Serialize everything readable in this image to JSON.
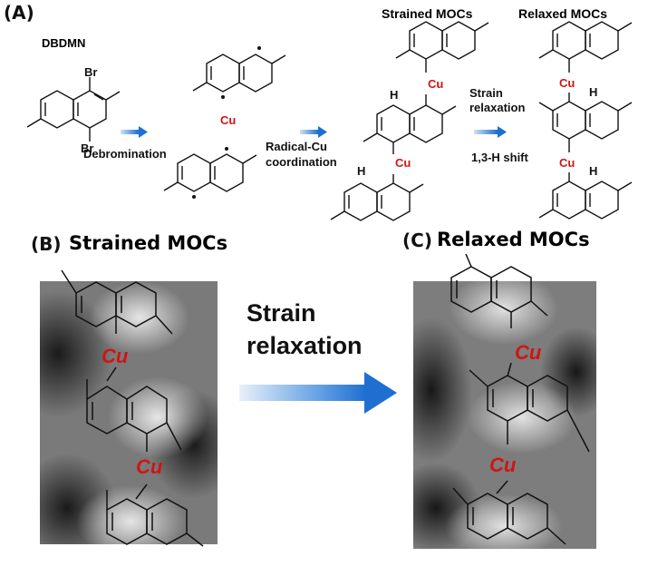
{
  "panel_a": {
    "label": "(A)",
    "molecule_name": "DBDMN",
    "br_top": "Br",
    "br_bottom": "Br",
    "step1": "Debromination",
    "cu_atom": "Cu",
    "step2_line1": "Radical-Cu",
    "step2_line2": "coordination",
    "strained_title": "Strained MOCs",
    "relaxed_title": "Relaxed MOCs",
    "step3_line1": "Strain",
    "step3_line2": "relaxation",
    "step4": "1,3-H shift",
    "h_label": "H",
    "cu_label": "Cu"
  },
  "panel_b": {
    "label": "(B)",
    "title": "Strained MOCs",
    "cu_label": "Cu"
  },
  "panel_c": {
    "label": "(C)",
    "title": "Relaxed MOCs",
    "cu_label": "Cu"
  },
  "middle": {
    "line1": "Strain",
    "line2": "relaxation"
  },
  "colors": {
    "arrow_blue": "#1f6fd1",
    "cu_red": "#d11414"
  }
}
